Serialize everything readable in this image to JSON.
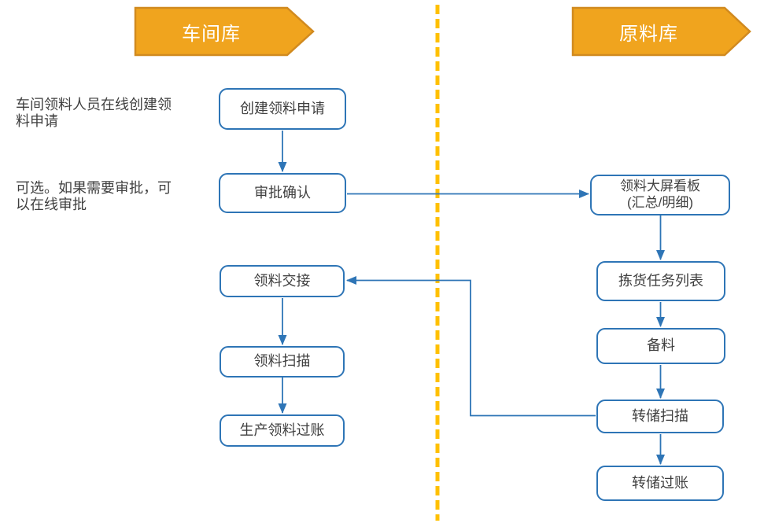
{
  "colors": {
    "accent_blue": "#2E75B6",
    "banner_fill": "#F0A41E",
    "banner_border": "#D18A1F",
    "divider_gold": "#FFC000",
    "text_dark": "#3F3F3F"
  },
  "lanes": {
    "workshop": {
      "banner": "车间库",
      "annotations": [
        {
          "text": "车间领料人员在线创建领料申请"
        },
        {
          "text": "可选。如果需要审批，可以在线审批"
        }
      ],
      "nodes": [
        {
          "label": "创建领料申请"
        },
        {
          "label": "审批确认"
        },
        {
          "label": "领料交接"
        },
        {
          "label": "领料扫描"
        },
        {
          "label": "生产领料过账"
        }
      ]
    },
    "raw_material": {
      "banner": "原料库",
      "nodes": [
        {
          "label": "领料大屏看板",
          "label2": "(汇总/明细)"
        },
        {
          "label": "拣货任务列表"
        },
        {
          "label": "备料"
        },
        {
          "label": "转储扫描"
        },
        {
          "label": "转储过账"
        }
      ]
    }
  }
}
